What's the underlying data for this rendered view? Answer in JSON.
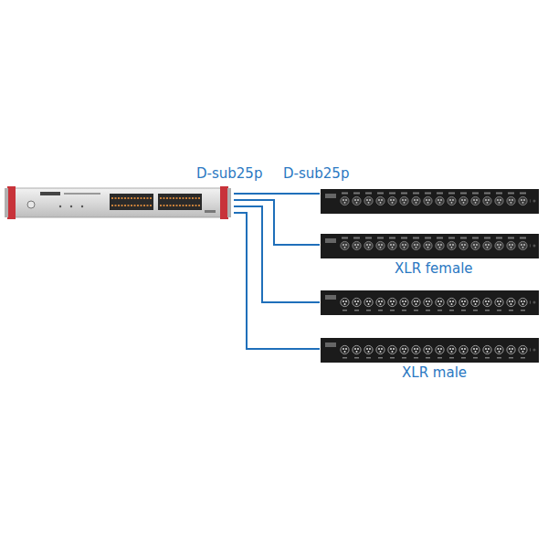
{
  "diagram": {
    "labels": [
      "D-sub25p",
      "D-sub25p",
      "XLR female",
      "XLR male"
    ]
  }
}
